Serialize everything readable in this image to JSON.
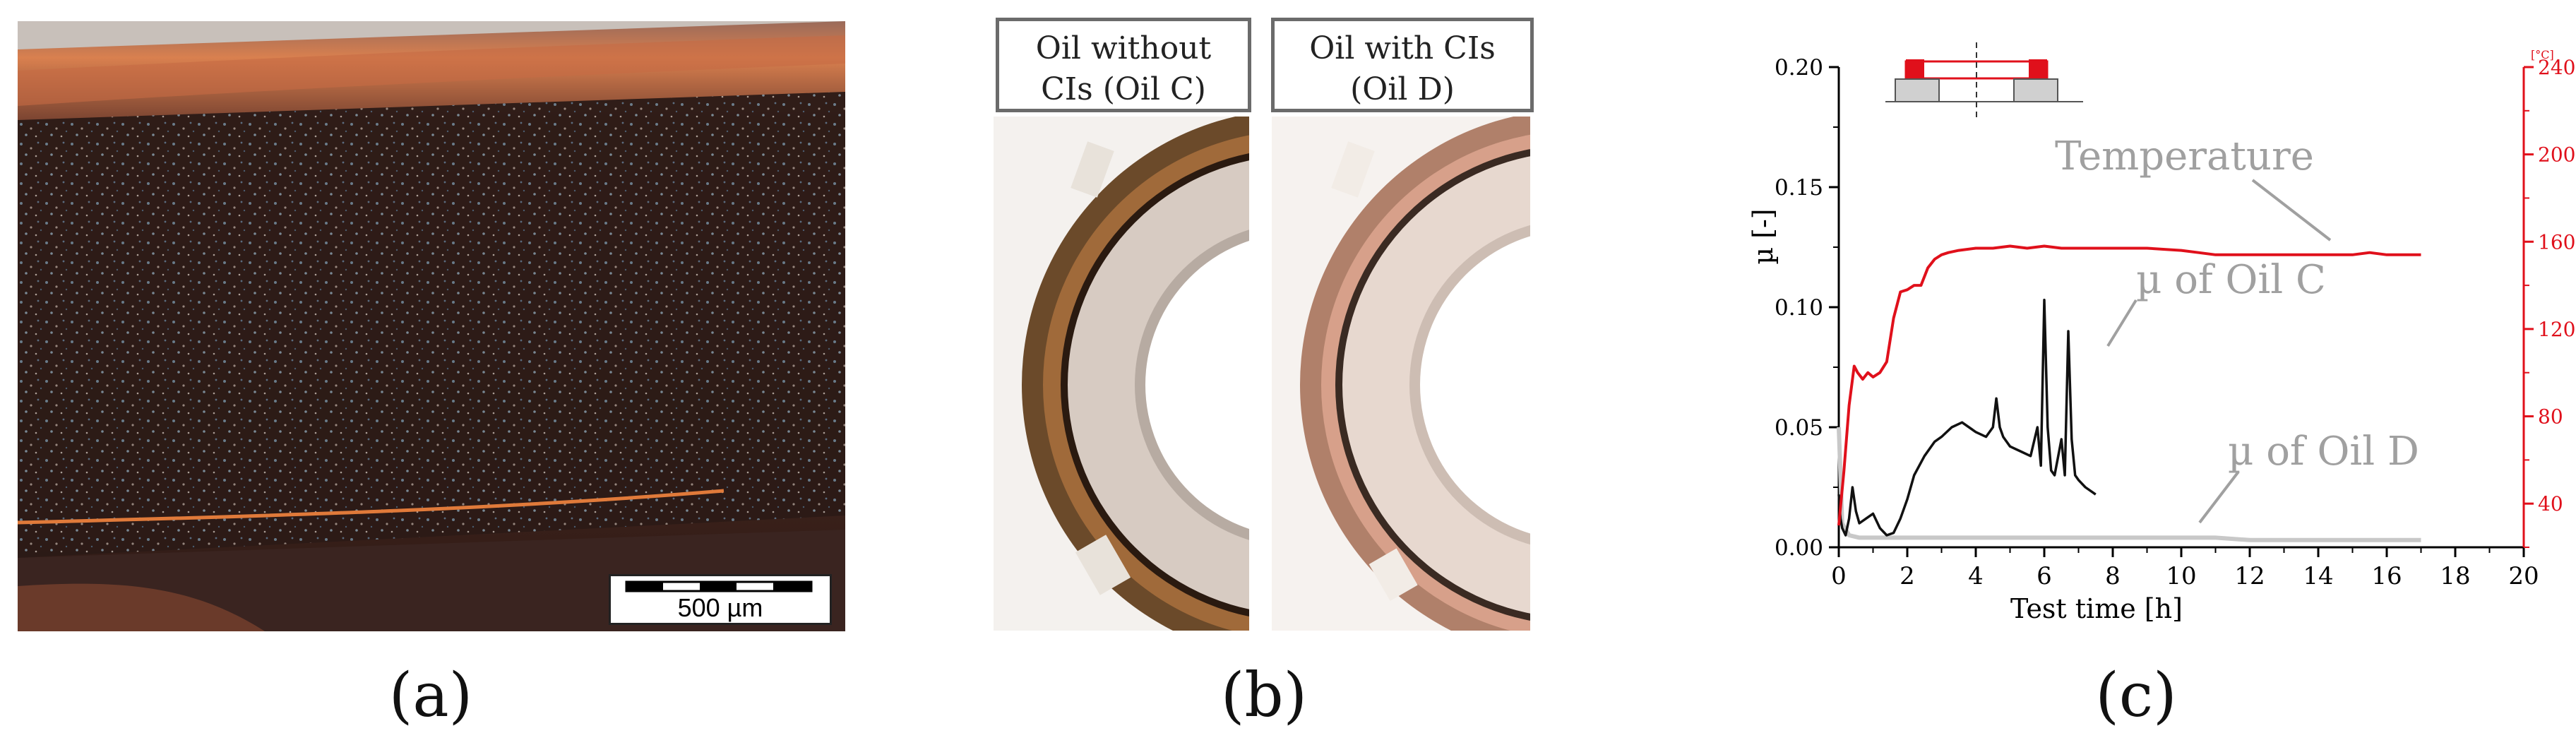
{
  "panel_a": {
    "caption": "(a)",
    "scale_bar": "500 µm"
  },
  "panel_b": {
    "caption": "(b)",
    "label_left": [
      "Oil without",
      "CIs (Oil C)"
    ],
    "label_right": [
      "Oil with CIs",
      "(Oil D)"
    ]
  },
  "panel_c": {
    "caption": "(c)"
  },
  "colors": {
    "temperature": "#e0101b",
    "oil_c": "#111111",
    "oil_d": "#c8c8c8",
    "annotation": "#a0a0a0"
  },
  "chart_data": {
    "type": "line",
    "xlabel": "Test time [h]",
    "ylabel": "µ [-]",
    "y2label": "[°C]",
    "xlim": [
      0,
      20
    ],
    "ylim": [
      0,
      0.2
    ],
    "y2lim": [
      20,
      240
    ],
    "xticks": [
      "0",
      "2",
      "4",
      "6",
      "8",
      "10",
      "12",
      "14",
      "16",
      "18",
      "20"
    ],
    "yticks": [
      "0.00",
      "0.05",
      "0.10",
      "0.15",
      "0.20"
    ],
    "y2ticks": [
      "40",
      "80",
      "120",
      "160",
      "200",
      "240"
    ],
    "annotations": [
      "Temperature",
      "µ of Oil C",
      "µ of Oil D"
    ],
    "series": [
      {
        "name": "Temperature",
        "axis": "right",
        "x": [
          0,
          0.15,
          0.3,
          0.45,
          0.55,
          0.7,
          0.85,
          1.0,
          1.2,
          1.4,
          1.6,
          1.8,
          2.0,
          2.2,
          2.4,
          2.6,
          2.8,
          3.0,
          3.2,
          3.5,
          4.0,
          4.5,
          5.0,
          5.5,
          6.0,
          6.5,
          7.0,
          8.0,
          9.0,
          10.0,
          10.5,
          11.0,
          12.0,
          13.0,
          14.0,
          15.0,
          15.5,
          16.0,
          17.0
        ],
        "values": [
          30,
          55,
          85,
          103,
          100,
          97,
          100,
          98,
          100,
          105,
          125,
          137,
          138,
          140,
          140,
          148,
          152,
          154,
          155,
          156,
          157,
          157,
          158,
          157,
          158,
          157,
          157,
          157,
          157,
          156,
          155,
          154,
          154,
          154,
          154,
          154,
          155,
          154,
          154
        ]
      },
      {
        "name": "µ of Oil C",
        "axis": "left",
        "x": [
          0,
          0.05,
          0.1,
          0.2,
          0.3,
          0.4,
          0.5,
          0.6,
          0.8,
          1.0,
          1.2,
          1.4,
          1.6,
          1.8,
          2.0,
          2.2,
          2.5,
          2.8,
          3.0,
          3.3,
          3.6,
          4.0,
          4.3,
          4.5,
          4.6,
          4.7,
          4.8,
          5.0,
          5.3,
          5.6,
          5.8,
          5.9,
          6.0,
          6.1,
          6.2,
          6.3,
          6.5,
          6.6,
          6.7,
          6.8,
          6.9,
          7.0,
          7.2,
          7.5
        ],
        "values": [
          0.022,
          0.012,
          0.008,
          0.005,
          0.012,
          0.025,
          0.015,
          0.01,
          0.012,
          0.014,
          0.008,
          0.005,
          0.006,
          0.012,
          0.02,
          0.03,
          0.038,
          0.044,
          0.046,
          0.05,
          0.052,
          0.048,
          0.046,
          0.05,
          0.062,
          0.05,
          0.046,
          0.042,
          0.04,
          0.038,
          0.05,
          0.034,
          0.103,
          0.05,
          0.032,
          0.03,
          0.045,
          0.03,
          0.09,
          0.045,
          0.03,
          0.028,
          0.025,
          0.022
        ]
      },
      {
        "name": "µ of Oil D",
        "axis": "left",
        "x": [
          0,
          0.1,
          0.3,
          0.6,
          1.0,
          1.5,
          2.0,
          3.0,
          4.0,
          5.0,
          6.0,
          7.0,
          8.0,
          9.0,
          10.0,
          11.0,
          12.0,
          13.0,
          14.0,
          15.0,
          16.0,
          17.0
        ],
        "values": [
          0.05,
          0.01,
          0.005,
          0.004,
          0.004,
          0.004,
          0.004,
          0.004,
          0.004,
          0.004,
          0.004,
          0.004,
          0.004,
          0.004,
          0.004,
          0.004,
          0.003,
          0.003,
          0.003,
          0.003,
          0.003,
          0.003
        ]
      }
    ]
  }
}
